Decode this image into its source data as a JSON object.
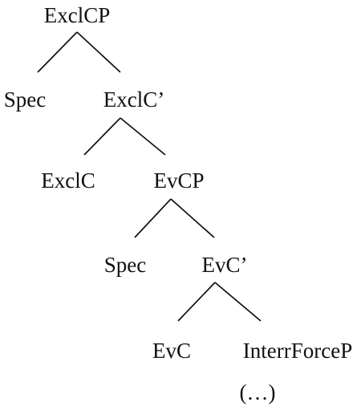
{
  "tree": {
    "root": {
      "label": "ExclCP"
    },
    "spec1": {
      "label": "Spec"
    },
    "exclc_bar": {
      "label": "ExclC’"
    },
    "exclc": {
      "label": "ExclC"
    },
    "evcp": {
      "label": "EvCP"
    },
    "spec2": {
      "label": "Spec"
    },
    "evc_bar": {
      "label": "EvC’"
    },
    "evc": {
      "label": "EvC"
    },
    "interr": {
      "label": "InterrForceP"
    },
    "ellipsis": {
      "label": "(…)"
    }
  },
  "colors": {
    "line": "#111111",
    "text": "#111111",
    "background": "#ffffff"
  }
}
